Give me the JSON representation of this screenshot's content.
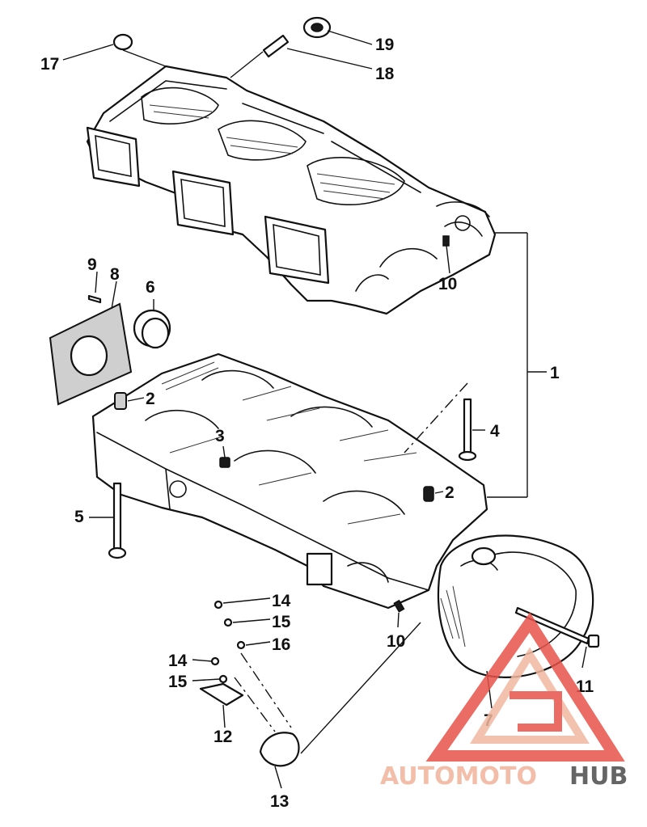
{
  "diagram": {
    "callouts": [
      {
        "id": "c1",
        "label": "1"
      },
      {
        "id": "c2a",
        "label": "2"
      },
      {
        "id": "c2b",
        "label": "2"
      },
      {
        "id": "c3",
        "label": "3"
      },
      {
        "id": "c4",
        "label": "4"
      },
      {
        "id": "c5",
        "label": "5"
      },
      {
        "id": "c6",
        "label": "6"
      },
      {
        "id": "c7",
        "label": "7"
      },
      {
        "id": "c8",
        "label": "8"
      },
      {
        "id": "c9",
        "label": "9"
      },
      {
        "id": "c10a",
        "label": "10"
      },
      {
        "id": "c10b",
        "label": "10"
      },
      {
        "id": "c11",
        "label": "11"
      },
      {
        "id": "c12",
        "label": "12"
      },
      {
        "id": "c13",
        "label": "13"
      },
      {
        "id": "c14a",
        "label": "14"
      },
      {
        "id": "c14b",
        "label": "14"
      },
      {
        "id": "c15a",
        "label": "15"
      },
      {
        "id": "c15b",
        "label": "15"
      },
      {
        "id": "c16",
        "label": "16"
      },
      {
        "id": "c17",
        "label": "17"
      },
      {
        "id": "c18",
        "label": "18"
      },
      {
        "id": "c19",
        "label": "19"
      }
    ]
  },
  "watermark": {
    "text_part1": "AUTOMOTO",
    "text_part2": "HUB",
    "color_primary": "#e8534a",
    "color_secondary": "#f2b8a0",
    "color_dark": "#555555"
  }
}
